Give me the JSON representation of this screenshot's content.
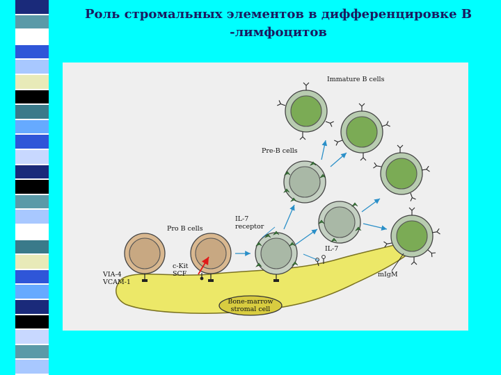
{
  "slide": {
    "title_line1": "Роль стромальных элементов в дифференцировке В",
    "title_line2": "-лимфоцитов"
  },
  "decor": {
    "stripe_colors": [
      "#1a2a7a",
      "#5a9aa8",
      "#ffffff",
      "#2f56d8",
      "#a8c8ff",
      "#e8eab8",
      "#000000",
      "#3a7a8a",
      "#66aaff",
      "#c8d8ff"
    ]
  },
  "diagram": {
    "labels": {
      "immature_b_cells": "Immature B cells",
      "pre_b_cells": "Pre-B cells",
      "pro_b_cells": "Pro B cells",
      "il7_receptor_line1": "IL-7",
      "il7_receptor_line2": "receptor",
      "il7": "IL-7",
      "c_kit": "c-Kit",
      "scf": "SCF",
      "via4": "VIA-4",
      "vcam1": "VCAM-1",
      "migm": "mIgM",
      "stromal_line1": "Bone-marrow",
      "stromal_line2": "stromal cell"
    },
    "colors": {
      "pro_b_cell": "#c8a882",
      "pre_b_cell": "#a9b8a6",
      "immature_b_cell": "#7bab55",
      "stromal_cell": "#ece868",
      "arrow": "#2a8fc8",
      "signal_arrow": "#e01818"
    }
  }
}
